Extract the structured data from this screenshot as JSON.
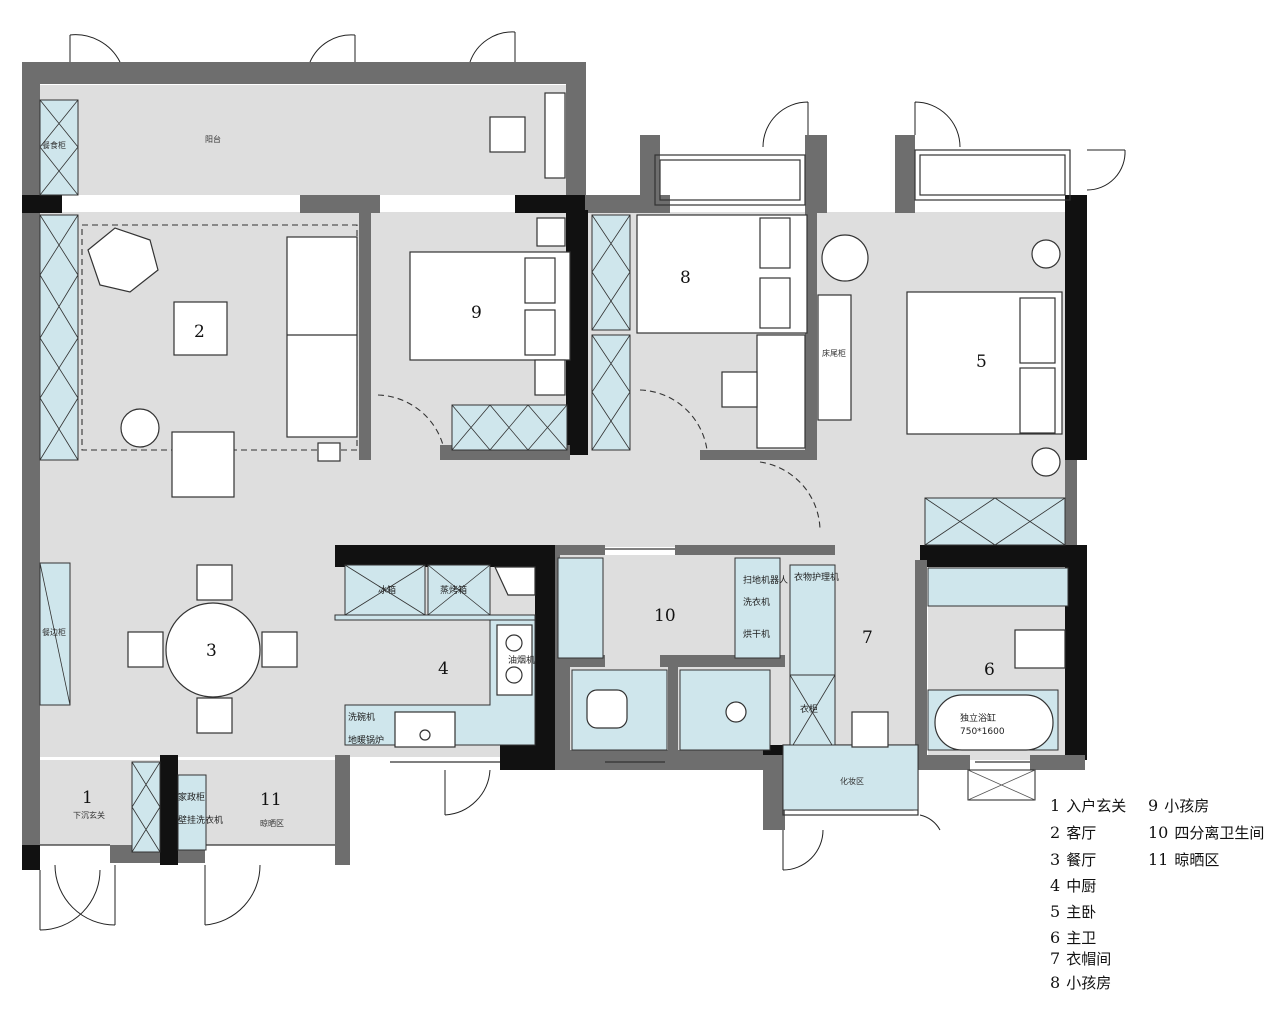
{
  "rooms": [
    {
      "number": "1",
      "sublabel": "下沉玄关"
    },
    {
      "number": "2"
    },
    {
      "number": "3"
    },
    {
      "number": "4"
    },
    {
      "number": "5"
    },
    {
      "number": "6"
    },
    {
      "number": "7"
    },
    {
      "number": "8"
    },
    {
      "number": "9"
    },
    {
      "number": "10"
    },
    {
      "number": "11",
      "sublabel": "晾晒区"
    }
  ],
  "labels": {
    "balcony": "阳台",
    "cabinet_top": "餐食柜",
    "sideboard": "餐边柜",
    "fridge": "冰箱",
    "oven": "蒸烤箱",
    "hood": "油烟机",
    "dishwasher": "洗碗机",
    "boiler": "地暖锅炉",
    "mixer": "家政柜",
    "wall_washer": "壁挂洗衣机",
    "robot": "扫地机器人",
    "washer": "洗衣机",
    "dryer": "烘干机",
    "clothes_care": "衣物护理机",
    "wardrobe": "衣柜",
    "bed_end": "床尾柜",
    "tub_name": "独立浴缸",
    "tub_size": "750*1600",
    "vanity": "化妆区"
  },
  "legend_col1": [
    {
      "n": "1",
      "text": "入户玄关"
    },
    {
      "n": "2",
      "text": "客厅"
    },
    {
      "n": "3",
      "text": "餐厅"
    },
    {
      "n": "4",
      "text": "中厨"
    },
    {
      "n": "5",
      "text": "主卧"
    },
    {
      "n": "6",
      "text": "主卫"
    },
    {
      "n": "7",
      "text": "衣帽间"
    },
    {
      "n": "8",
      "text": "小孩房"
    }
  ],
  "legend_col2": [
    {
      "n": "9",
      "text": "小孩房"
    },
    {
      "n": "10",
      "text": "四分离卫生间"
    },
    {
      "n": "11",
      "text": "晾晒区"
    }
  ]
}
